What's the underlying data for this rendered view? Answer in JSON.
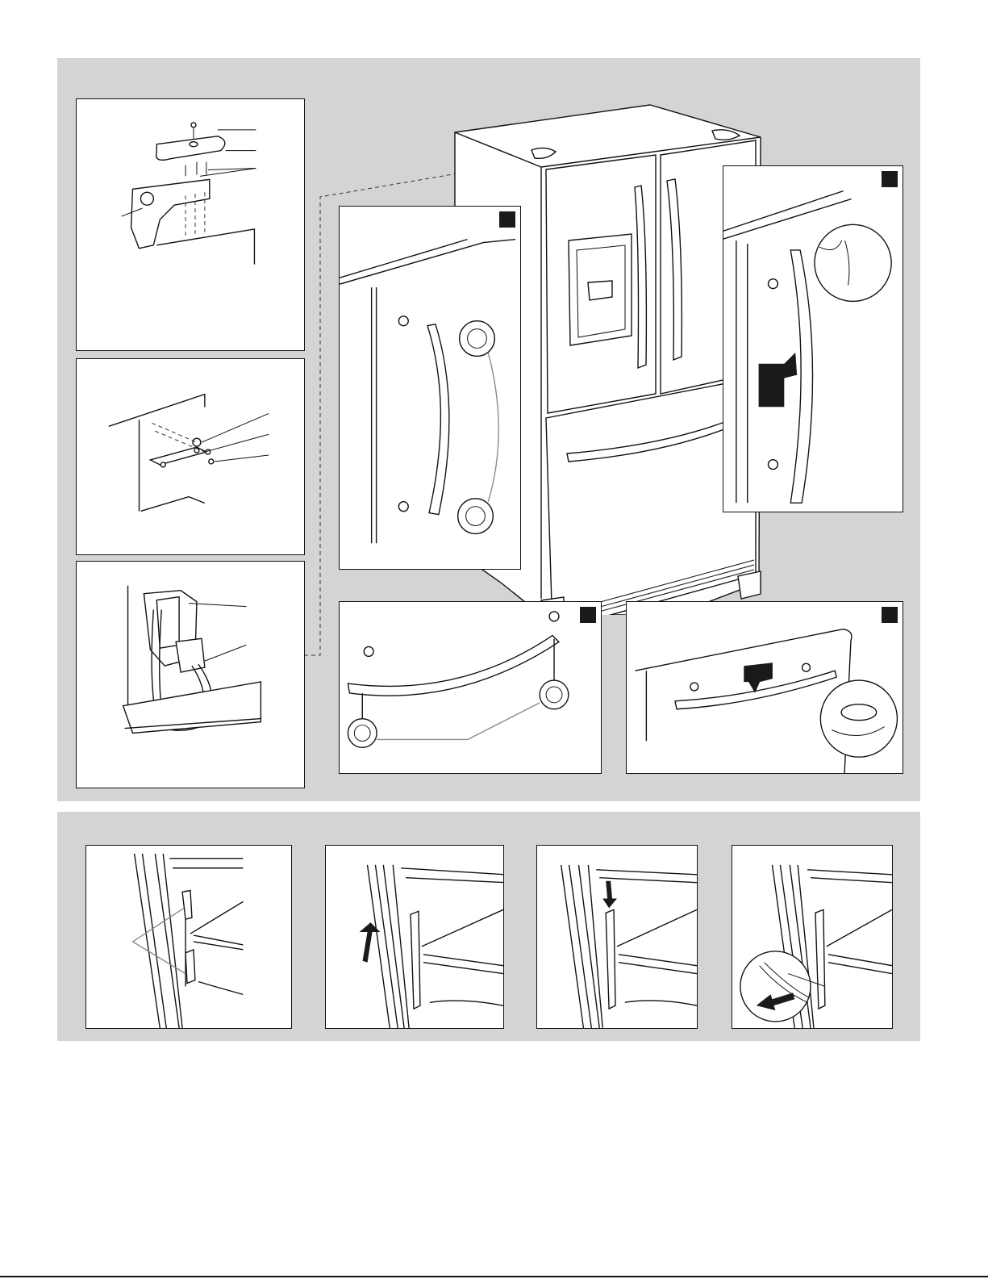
{
  "page": {
    "colors": {
      "panel": "#d4d4d4",
      "line": "#111111",
      "callout_line": "#8a8a8a",
      "step_tag": "#1a1a1a"
    }
  },
  "top_panel": {
    "figures": [
      {
        "name": "top-hinge-detail"
      },
      {
        "name": "bottom-hinge-detail"
      },
      {
        "name": "water-line-connector-detail"
      },
      {
        "name": "refrigerator-overview"
      },
      {
        "name": "refrigerator-handle-install-left"
      },
      {
        "name": "refrigerator-handle-install-right"
      },
      {
        "name": "freezer-handle-install"
      },
      {
        "name": "freezer-handle-setscrew"
      }
    ]
  },
  "bottom_panel": {
    "figures": [
      {
        "name": "drawer-rail-clips"
      },
      {
        "name": "drawer-lift-up",
        "icon": "arrow-up-icon"
      },
      {
        "name": "drawer-push-down",
        "icon": "arrow-down-icon"
      },
      {
        "name": "drawer-release",
        "icon": "arrow-down-left-icon"
      }
    ]
  }
}
